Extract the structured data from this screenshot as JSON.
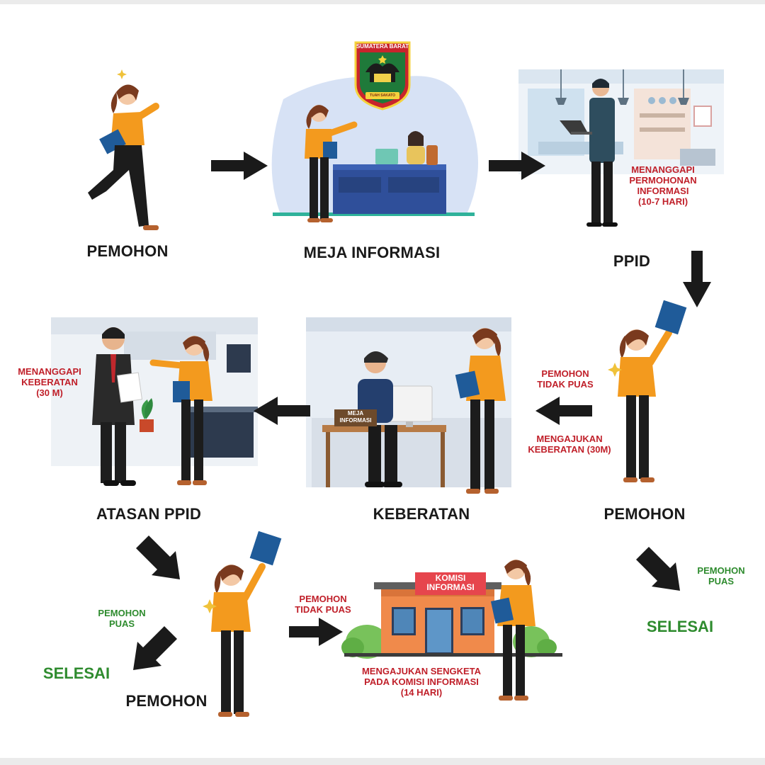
{
  "logo": {
    "top_text": "SUMATERA BARAT",
    "ribbon_text": "TUAH SAKATO"
  },
  "stages": {
    "pemohon_1": "PEMOHON",
    "meja_informasi": "MEJA INFORMASI",
    "ppid": "PPID",
    "pemohon_2": "PEMOHON",
    "keberatan": "KEBERATAN",
    "atasan_ppid": "ATASAN PPID",
    "pemohon_3": "PEMOHON"
  },
  "notes": {
    "ppid_response": [
      "MENANGGAPI",
      "PERMOHONAN",
      "INFORMASI",
      "(10-7 HARI)"
    ],
    "tidak_puas_1": [
      "PEMOHON",
      "TIDAK PUAS"
    ],
    "mengajukan_keberatan": [
      "MENGAJUKAN",
      "KEBERATAN (30M)"
    ],
    "keberatan_response": [
      "MENANGGAPI",
      "KEBERATAN",
      "(30 M)"
    ],
    "tidak_puas_2": [
      "PEMOHON",
      "TIDAK PUAS"
    ],
    "sengketa": [
      "MENGAJUKAN SENGKETA",
      "PADA KOMISI INFORMASI",
      "(14 HARI)"
    ],
    "puas_right": [
      "PEMOHON",
      "PUAS"
    ],
    "puas_left": [
      "PEMOHON",
      "PUAS"
    ]
  },
  "endings": {
    "selesai_right": "SELESAI",
    "selesai_left": "SELESAI"
  },
  "signs": {
    "meja_sign": [
      "MEJA",
      "INFORMASI"
    ],
    "komisi_sign": [
      "KOMISI",
      "INFORMASI"
    ]
  },
  "colors": {
    "shirt": "#f39a1e",
    "trousers": "#1c1c1c",
    "arrow": "#1a1a1a",
    "note_red": "#c0202a",
    "note_green": "#2e8b2e",
    "folder": "#1f5b99",
    "desk": "#2f4f9a",
    "building": "#f08a4b"
  }
}
